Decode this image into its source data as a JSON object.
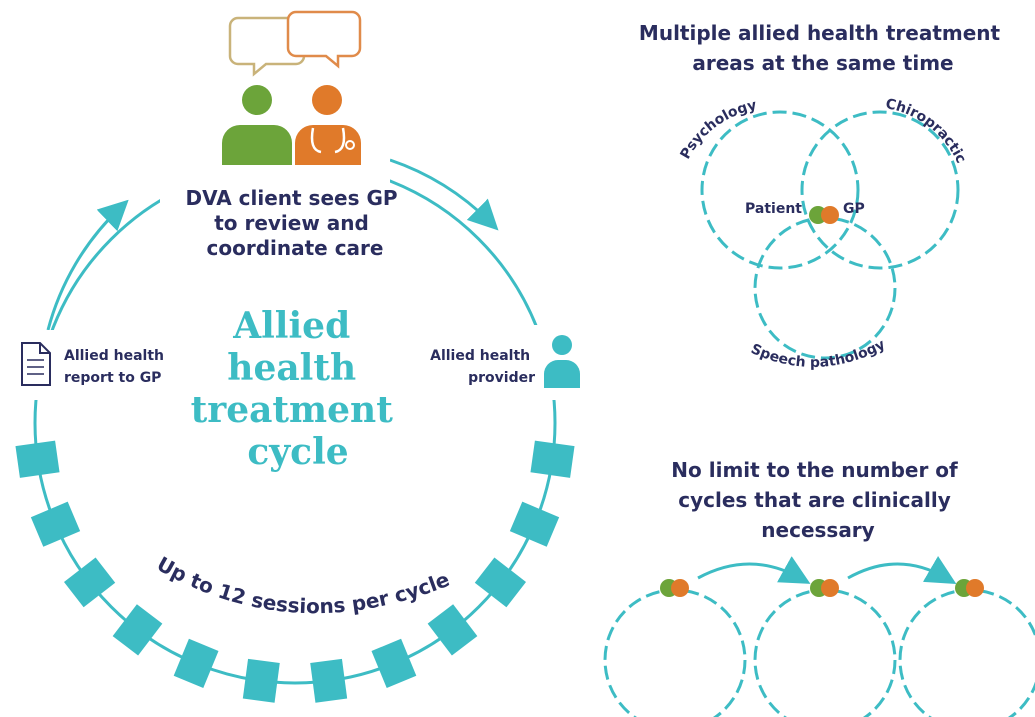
{
  "colors": {
    "teal": "#3dbcc4",
    "navy": "#2a2d5e",
    "green": "#6ca43a",
    "orange": "#e07a2a",
    "bubble_green": "#c9b37a",
    "bubble_orange": "#e08b4a"
  },
  "icons": [
    "speech-bubble-icon",
    "patient-icon",
    "doctor-icon",
    "document-icon",
    "provider-icon"
  ],
  "cycle": {
    "gp_label_lines": [
      "DVA client sees GP",
      "to review and",
      "coordinate care"
    ],
    "center_title_lines": [
      "Allied",
      "health",
      "treatment",
      "cycle"
    ],
    "report_label_lines": [
      "Allied health",
      "report to GP"
    ],
    "provider_label_lines": [
      "Allied health",
      "provider"
    ],
    "sessions_label": "Up to 12 sessions per cycle",
    "session_count": 12
  },
  "multiple": {
    "title_lines": [
      "Multiple allied health treatment",
      "areas at the same time"
    ],
    "circle_labels": [
      "Psychology",
      "Chiropractic",
      "Speech pathology"
    ],
    "patient_label": "Patient",
    "gp_label": "GP"
  },
  "limit": {
    "title_lines": [
      "No limit to the number of",
      "cycles that are clinically",
      "necessary"
    ]
  }
}
